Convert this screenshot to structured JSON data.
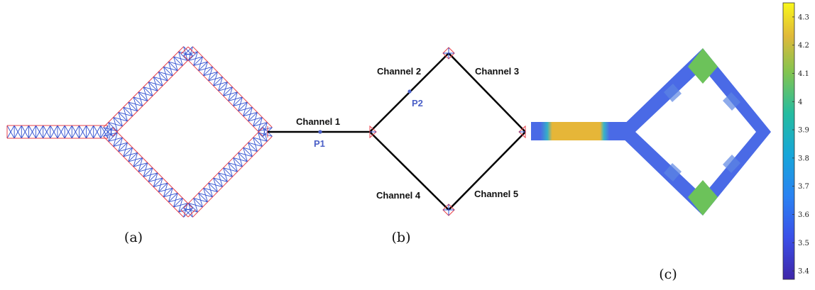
{
  "panels": {
    "a": {
      "caption": "(a)"
    },
    "b": {
      "caption": "(b)",
      "channels": [
        "Channel 1",
        "Channel 2",
        "Channel 3",
        "Channel 4",
        "Channel 5"
      ],
      "points": [
        "P1",
        "P2"
      ]
    },
    "c": {
      "caption": "(c)",
      "colorbar": {
        "min": 3.37,
        "max": 4.35,
        "ticks": [
          "4.3",
          "4.2",
          "4.1",
          "4",
          "3.9",
          "3.8",
          "3.7",
          "3.6",
          "3.5",
          "3.4"
        ],
        "colormap": "parula"
      }
    }
  },
  "colors": {
    "mesh_outline": "#e8404a",
    "mesh_inner": "#2f4fd0",
    "network_line": "#000000",
    "point_marker": "#4a5fc7",
    "field_low": "#4a6ae6",
    "field_mid": "#6cc25a",
    "field_high": "#e9b83a"
  }
}
